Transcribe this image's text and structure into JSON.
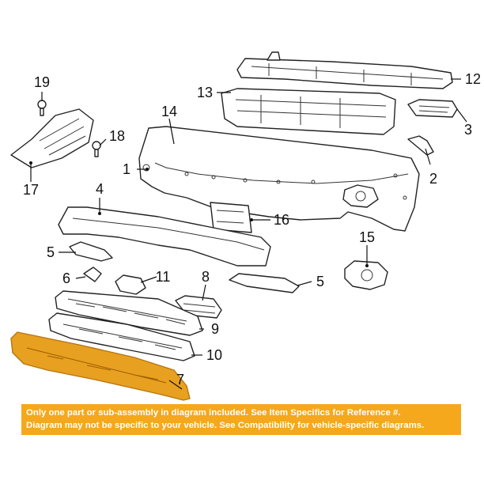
{
  "parts": [
    {
      "num": "1"
    },
    {
      "num": "2"
    },
    {
      "num": "3"
    },
    {
      "num": "4"
    },
    {
      "num": "5"
    },
    {
      "num": "5"
    },
    {
      "num": "6"
    },
    {
      "num": "7"
    },
    {
      "num": "8"
    },
    {
      "num": "9"
    },
    {
      "num": "10"
    },
    {
      "num": "11"
    },
    {
      "num": "12"
    },
    {
      "num": "13"
    },
    {
      "num": "14"
    },
    {
      "num": "15"
    },
    {
      "num": "16"
    },
    {
      "num": "17"
    },
    {
      "num": "18"
    },
    {
      "num": "19"
    }
  ],
  "notice": {
    "line1": "Only one part or sub-assembly in diagram included. See Item Specifics for Reference #.",
    "line2": "Diagram may not be specific to your vehicle. See Compatibility for vehicle-specific diagrams."
  },
  "colors": {
    "highlight_part": "#e8a020",
    "notice_background": "#f5a81c",
    "notice_text": "#ffffff",
    "line_art": "#222222"
  }
}
